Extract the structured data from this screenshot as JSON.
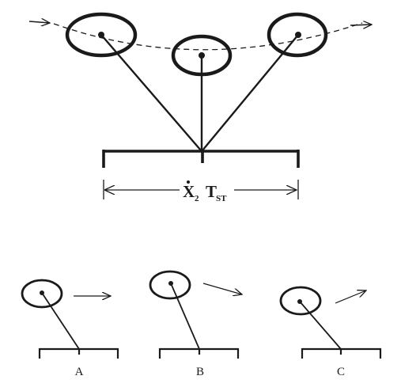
{
  "top_figure": {
    "formula": {
      "symbol": "X",
      "symbol_subscript": "2",
      "time_symbol": "T",
      "time_subscript": "ST"
    }
  },
  "bottom_figures": [
    {
      "label": "A"
    },
    {
      "label": "B"
    },
    {
      "label": "C"
    }
  ],
  "colors": {
    "ink": "#1a1a1a",
    "background": "#ffffff"
  }
}
